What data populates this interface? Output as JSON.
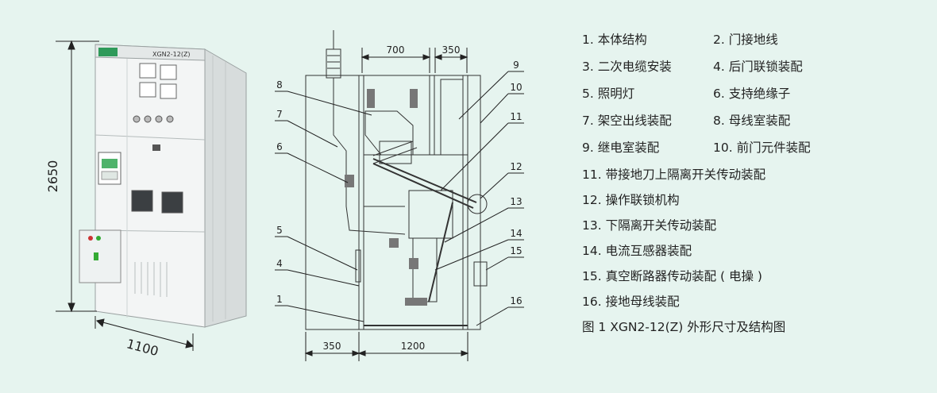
{
  "cabinet_photo": {
    "model_plate": "XGN2-12(Z)",
    "height_dim": "2650",
    "depth_dim": "1100"
  },
  "section_drawing": {
    "top_dims": [
      "700",
      "350"
    ],
    "bottom_dims": [
      "350",
      "1200"
    ],
    "left_callouts": [
      "8",
      "7",
      "6",
      "5",
      "4",
      "1"
    ],
    "right_callouts": [
      "9",
      "10",
      "11",
      "12",
      "13",
      "14",
      "15",
      "16"
    ]
  },
  "legend": {
    "pairs": [
      [
        "1. 本体结构",
        "2. 门接地线"
      ],
      [
        "3. 二次电缆安装",
        "4. 后门联锁装配"
      ],
      [
        "5. 照明灯",
        "6. 支持绝缘子"
      ],
      [
        "7. 架空出线装配",
        "8. 母线室装配"
      ],
      [
        "9. 继电室装配",
        "10. 前门元件装配"
      ]
    ],
    "singles": [
      "11. 带接地刀上隔离开关传动装配",
      "12. 操作联锁机构",
      "13. 下隔离开关传动装配",
      "14. 电流互感器装配",
      "15. 真空断路器传动装配 ( 电操 )",
      "16. 接地母线装配"
    ],
    "caption": "图 1 XGN2-12(Z)  外形尺寸及结构图"
  },
  "colors": {
    "background": "#e6f4ef",
    "cabinet_body": "#f2f4f4",
    "cabinet_side": "#d9dddd",
    "logo_green": "#2f9a5a",
    "line": "#333333"
  }
}
